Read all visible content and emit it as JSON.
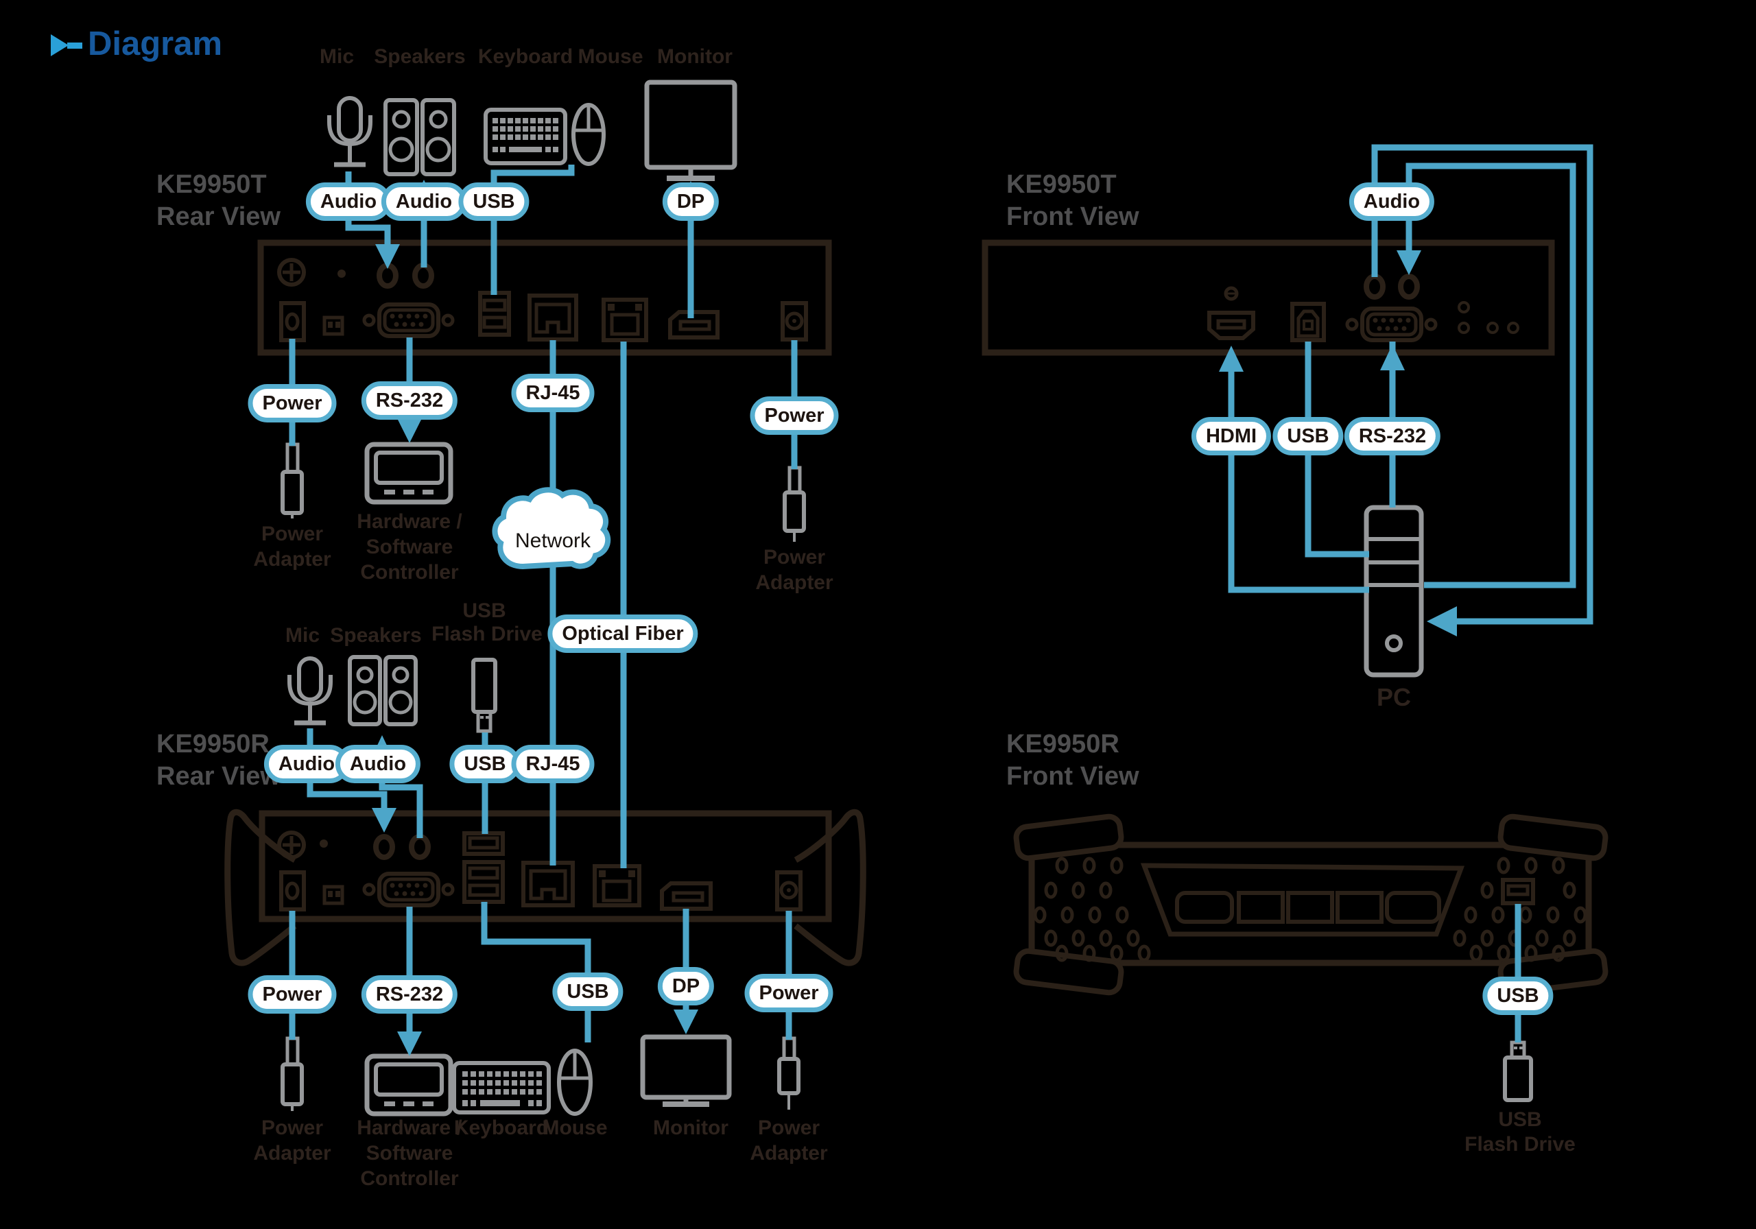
{
  "header": {
    "title": "Diagram"
  },
  "colors": {
    "background": "#000000",
    "accent_line_blue": "#4da6c9",
    "pill_border_blue": "#56aecf",
    "header_blue": "#17599e",
    "bullet_blue": "#2aa0d8",
    "section_title_gray": "#4f4f50",
    "icon_gray": "#96989a",
    "device_outline_dark": "#2b2118",
    "label_dark": "#2e231d"
  },
  "sections": {
    "ke9950t_rear": {
      "title": [
        "KE9950T",
        "Rear View"
      ],
      "peripherals": {
        "mic": "Mic",
        "speakers": "Speakers",
        "keyboard": "Keyboard",
        "mouse": "Mouse",
        "monitor": "Monitor"
      },
      "pills": {
        "audio1": "Audio",
        "audio2": "Audio",
        "usb": "USB",
        "dp": "DP",
        "power_left": "Power",
        "rs232": "RS-232",
        "rj45": "RJ-45",
        "power_right": "Power"
      },
      "captions": {
        "power_adapter_left": [
          "Power",
          "Adapter"
        ],
        "controller": [
          "Hardware /",
          "Software",
          "Controller"
        ],
        "network": "Network",
        "power_adapter_right": [
          "Power",
          "Adapter"
        ]
      }
    },
    "ke9950t_front": {
      "title": [
        "KE9950T",
        "Front View"
      ],
      "pills": {
        "audio": "Audio",
        "hdmi": "HDMI",
        "usb": "USB",
        "rs232": "RS-232"
      },
      "captions": {
        "pc": "PC"
      }
    },
    "ke9950r_rear": {
      "title": [
        "KE9950R",
        "Rear View"
      ],
      "peripherals": {
        "mic": "Mic",
        "speakers": "Speakers",
        "usb_flash_drive": [
          "USB",
          "Flash Drive"
        ]
      },
      "pills": {
        "audio1": "Audio",
        "audio2": "Audio",
        "usb_top": "USB",
        "rj45": "RJ-45",
        "optical_fiber": "Optical Fiber",
        "power_left": "Power",
        "rs232": "RS-232",
        "usb_bottom": "USB",
        "dp": "DP",
        "power_right": "Power"
      },
      "captions": {
        "power_adapter_left": [
          "Power",
          "Adapter"
        ],
        "controller": [
          "Hardware /",
          "Software",
          "Controller"
        ],
        "keyboard": "Keyboard",
        "mouse": "Mouse",
        "monitor": "Monitor",
        "power_adapter_right": [
          "Power",
          "Adapter"
        ]
      }
    },
    "ke9950r_front": {
      "title": [
        "KE9950R",
        "Front View"
      ],
      "pills": {
        "usb": "USB"
      },
      "captions": {
        "usb_flash_drive": [
          "USB",
          "Flash Drive"
        ]
      }
    }
  }
}
